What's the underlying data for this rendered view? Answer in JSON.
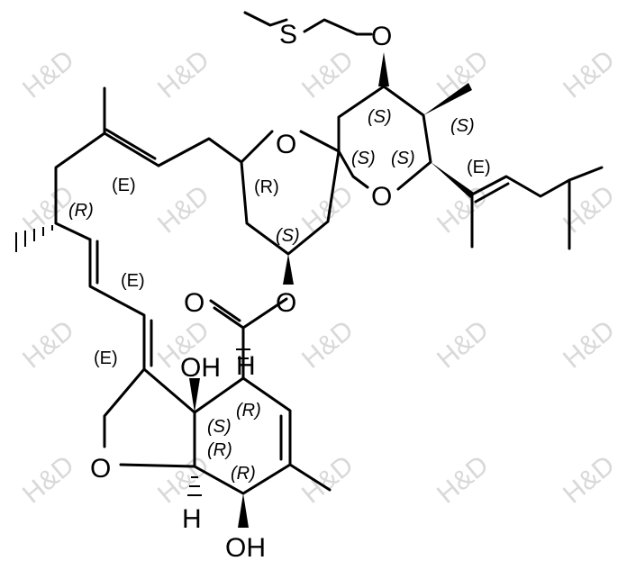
{
  "watermark": {
    "text": "H&D"
  },
  "atoms": {
    "S": "S",
    "O_methoxy": "O",
    "O_ring_top": "O",
    "O_ring_spiro": "O",
    "O_ester_link": "O",
    "O_carbonyl": "O",
    "OH_upper": "OH",
    "OH_lower": "OH",
    "O_furan": "O",
    "H_top": "H",
    "H_bottom": "H"
  },
  "stereo_labels": {
    "S_ring_top": "(S)",
    "S_ring_right": "(S)",
    "S_spiro_a": "(S)",
    "S_spiro_b": "(S)",
    "E_right_alkene": "(E)",
    "E_upper_alkene": "(E)",
    "R_left": "(R)",
    "R_pyran": "(R)",
    "S_pyran_bottom": "(S)",
    "E_mid_diene": "(E)",
    "E_lower_diene": "(E)",
    "R_c1": "(R)",
    "S_c2": "(S)",
    "R_c3": "(R)",
    "R_c4": "(R)"
  }
}
